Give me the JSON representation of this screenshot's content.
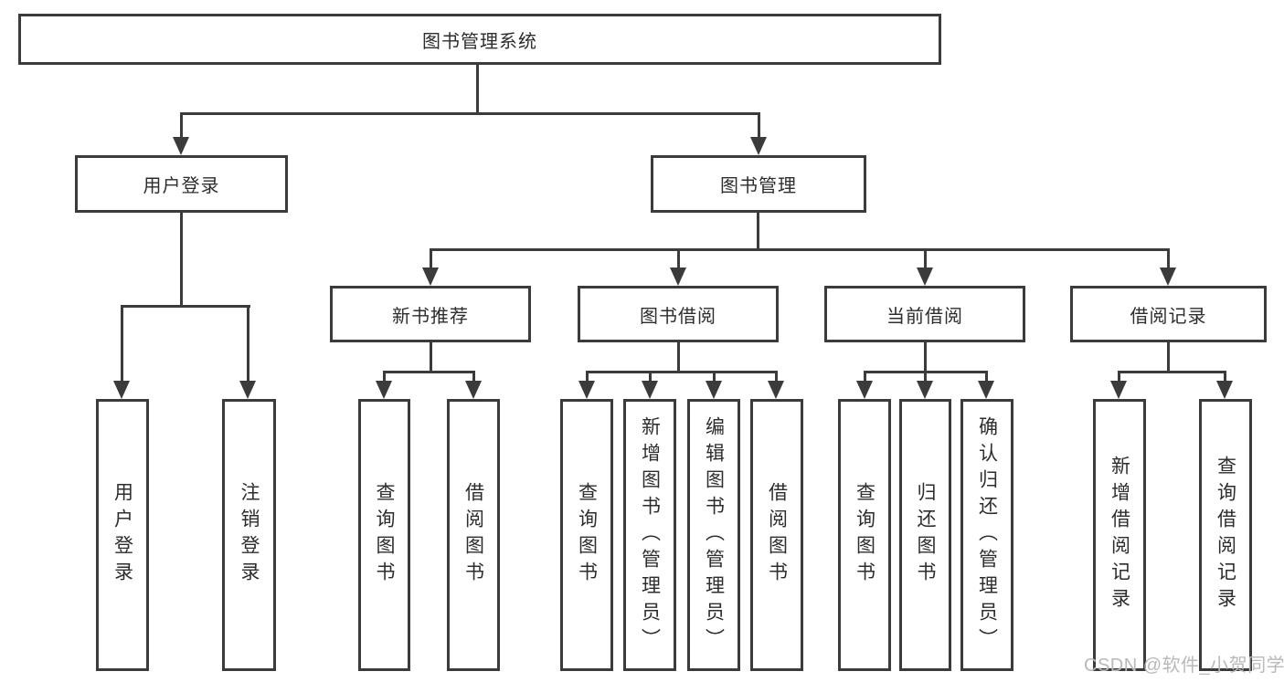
{
  "title": "图书管理系统",
  "watermark": "CSDN @软件_小贺同学",
  "colors": {
    "line": "#3b3b3b",
    "text": "#2d2d2d",
    "watermark": "#b9b9b9",
    "background": "#ffffff"
  },
  "tree": {
    "root": "图书管理系统",
    "branches": [
      {
        "label": "用户登录",
        "children": [
          "用户登录",
          "注销登录"
        ]
      },
      {
        "label": "图书管理",
        "sections": [
          {
            "label": "新书推荐",
            "children": [
              "查询图书",
              "借阅图书"
            ]
          },
          {
            "label": "图书借阅",
            "children": [
              "查询图书",
              "新增图书（管理员）",
              "编辑图书（管理员）",
              "借阅图书"
            ]
          },
          {
            "label": "当前借阅",
            "children": [
              "查询图书",
              "归还图书",
              "确认归还（管理员）"
            ]
          },
          {
            "label": "借阅记录",
            "children": [
              "新增借阅记录",
              "查询借阅记录"
            ]
          }
        ]
      }
    ]
  }
}
